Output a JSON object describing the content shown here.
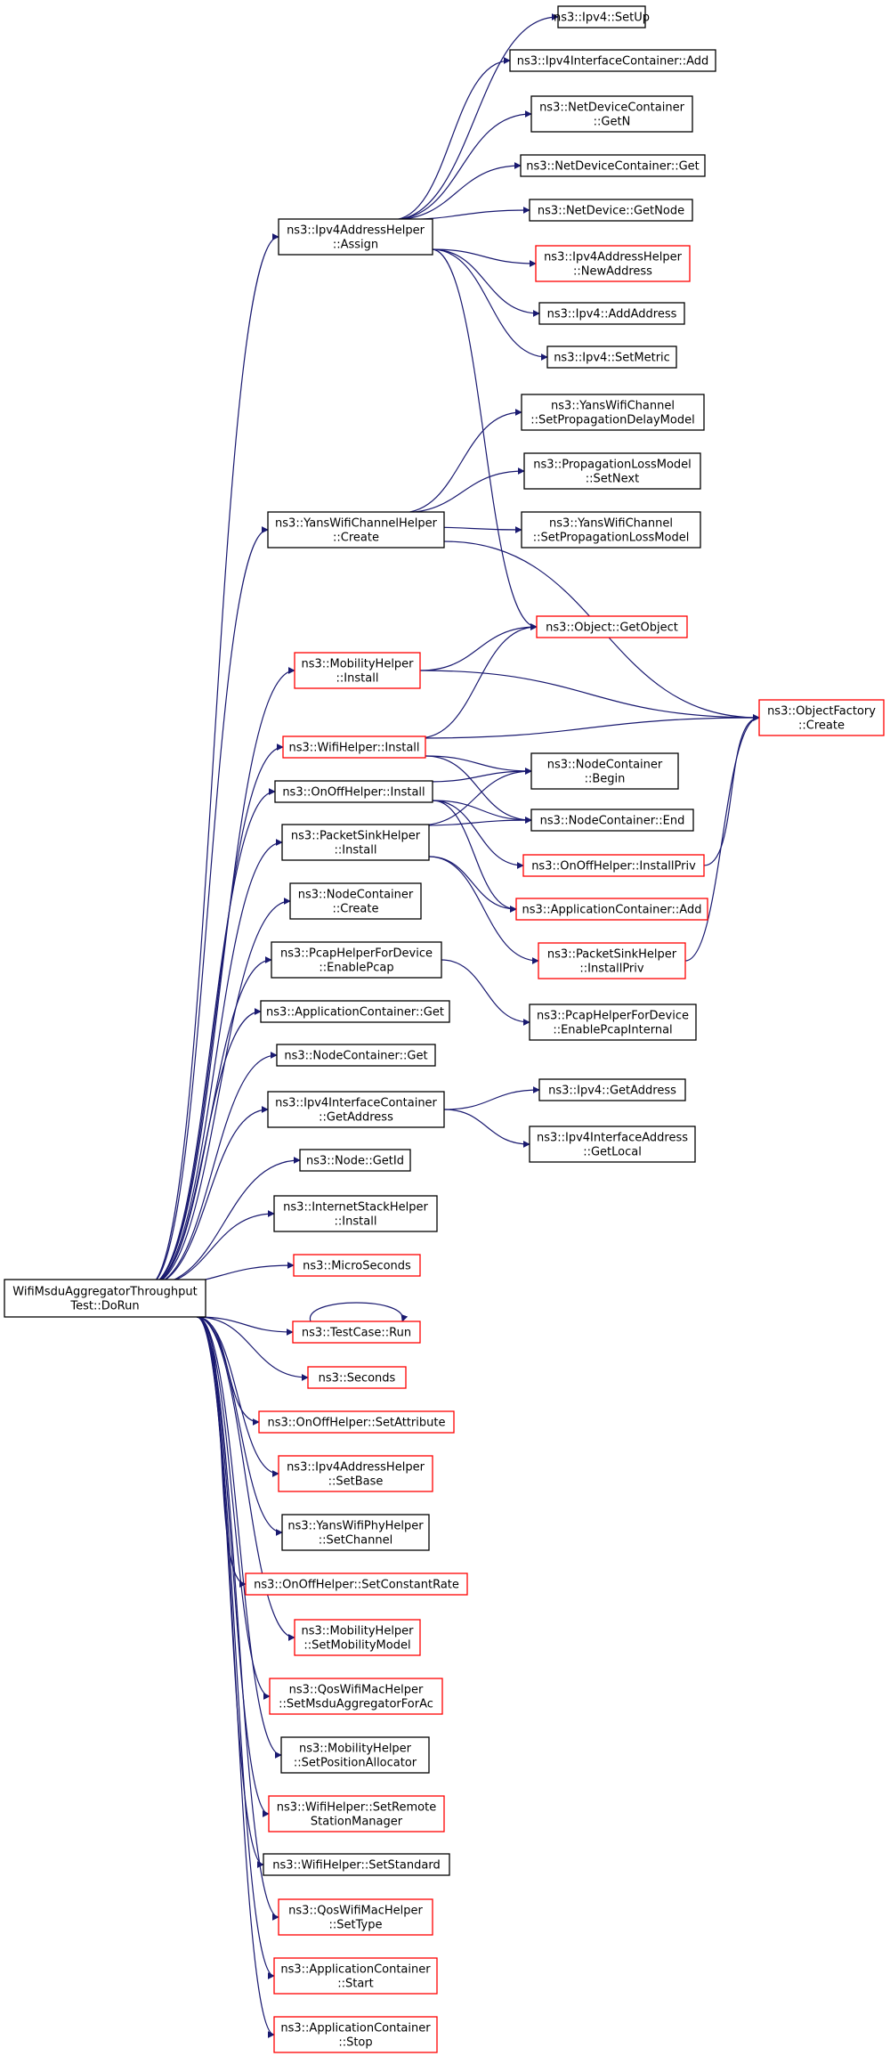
{
  "colors": {
    "edge": "#191970",
    "border_normal": "#000000",
    "border_red": "#ff0000",
    "root_fill": "#bfbfbf"
  },
  "nodes": [
    {
      "id": "root",
      "lines": [
        "WifiMsduAggregatorThroughput",
        "Test::DoRun"
      ],
      "style": "root"
    },
    {
      "id": "ipv4_setup",
      "lines": [
        "ns3::Ipv4::SetUp"
      ],
      "style": "normal"
    },
    {
      "id": "ipv4ic_add",
      "lines": [
        "ns3::Ipv4InterfaceContainer::Add"
      ],
      "style": "normal"
    },
    {
      "id": "ndc_getn",
      "lines": [
        "ns3::NetDeviceContainer",
        "::GetN"
      ],
      "style": "normal"
    },
    {
      "id": "ndc_get",
      "lines": [
        "ns3::NetDeviceContainer::Get"
      ],
      "style": "normal"
    },
    {
      "id": "nd_getnode",
      "lines": [
        "ns3::NetDevice::GetNode"
      ],
      "style": "normal"
    },
    {
      "id": "iah_assign",
      "lines": [
        "ns3::Ipv4AddressHelper",
        "::Assign"
      ],
      "style": "normal"
    },
    {
      "id": "iah_newaddr",
      "lines": [
        "ns3::Ipv4AddressHelper",
        "::NewAddress"
      ],
      "style": "red"
    },
    {
      "id": "ipv4_addaddr",
      "lines": [
        "ns3::Ipv4::AddAddress"
      ],
      "style": "normal"
    },
    {
      "id": "ipv4_setmetric",
      "lines": [
        "ns3::Ipv4::SetMetric"
      ],
      "style": "normal"
    },
    {
      "id": "ywc_setprop",
      "lines": [
        "ns3::YansWifiChannel",
        "::SetPropagationDelayModel"
      ],
      "style": "normal"
    },
    {
      "id": "plm_setnext",
      "lines": [
        "ns3::PropagationLossModel",
        "::SetNext"
      ],
      "style": "normal"
    },
    {
      "id": "ywch_create",
      "lines": [
        "ns3::YansWifiChannelHelper",
        "::Create"
      ],
      "style": "normal"
    },
    {
      "id": "ywc_setloss",
      "lines": [
        "ns3::YansWifiChannel",
        "::SetPropagationLossModel"
      ],
      "style": "normal"
    },
    {
      "id": "obj_getobject",
      "lines": [
        "ns3::Object::GetObject"
      ],
      "style": "red"
    },
    {
      "id": "mh_install",
      "lines": [
        "ns3::MobilityHelper",
        "::Install"
      ],
      "style": "red"
    },
    {
      "id": "of_create",
      "lines": [
        "ns3::ObjectFactory",
        "::Create"
      ],
      "style": "red"
    },
    {
      "id": "wh_install",
      "lines": [
        "ns3::WifiHelper::Install"
      ],
      "style": "red"
    },
    {
      "id": "nc_begin",
      "lines": [
        "ns3::NodeContainer",
        "::Begin"
      ],
      "style": "normal"
    },
    {
      "id": "ooh_install",
      "lines": [
        "ns3::OnOffHelper::Install"
      ],
      "style": "normal"
    },
    {
      "id": "nc_end",
      "lines": [
        "ns3::NodeContainer::End"
      ],
      "style": "normal"
    },
    {
      "id": "psh_install",
      "lines": [
        "ns3::PacketSinkHelper",
        "::Install"
      ],
      "style": "normal"
    },
    {
      "id": "ooh_installpriv",
      "lines": [
        "ns3::OnOffHelper::InstallPriv"
      ],
      "style": "red"
    },
    {
      "id": "ac_add",
      "lines": [
        "ns3::ApplicationContainer::Add"
      ],
      "style": "red"
    },
    {
      "id": "nc_create",
      "lines": [
        "ns3::NodeContainer",
        "::Create"
      ],
      "style": "normal"
    },
    {
      "id": "psh_installpriv",
      "lines": [
        "ns3::PacketSinkHelper",
        "::InstallPriv"
      ],
      "style": "red"
    },
    {
      "id": "phfd_enable",
      "lines": [
        "ns3::PcapHelperForDevice",
        "::EnablePcap"
      ],
      "style": "normal"
    },
    {
      "id": "phfd_internal",
      "lines": [
        "ns3::PcapHelperForDevice",
        "::EnablePcapInternal"
      ],
      "style": "normal"
    },
    {
      "id": "ac_get",
      "lines": [
        "ns3::ApplicationContainer::Get"
      ],
      "style": "normal"
    },
    {
      "id": "nc_get",
      "lines": [
        "ns3::NodeContainer::Get"
      ],
      "style": "normal"
    },
    {
      "id": "ipv4ic_getaddr",
      "lines": [
        "ns3::Ipv4InterfaceContainer",
        "::GetAddress"
      ],
      "style": "normal"
    },
    {
      "id": "ipv4_getaddr",
      "lines": [
        "ns3::Ipv4::GetAddress"
      ],
      "style": "normal"
    },
    {
      "id": "ipv4ia_getlocal",
      "lines": [
        "ns3::Ipv4InterfaceAddress",
        "::GetLocal"
      ],
      "style": "normal"
    },
    {
      "id": "node_getid",
      "lines": [
        "ns3::Node::GetId"
      ],
      "style": "normal"
    },
    {
      "id": "ish_install",
      "lines": [
        "ns3::InternetStackHelper",
        "::Install"
      ],
      "style": "normal"
    },
    {
      "id": "microseconds",
      "lines": [
        "ns3::MicroSeconds"
      ],
      "style": "red"
    },
    {
      "id": "tc_run",
      "lines": [
        "ns3::TestCase::Run"
      ],
      "style": "red"
    },
    {
      "id": "seconds",
      "lines": [
        "ns3::Seconds"
      ],
      "style": "red"
    },
    {
      "id": "ooh_setattr",
      "lines": [
        "ns3::OnOffHelper::SetAttribute"
      ],
      "style": "red"
    },
    {
      "id": "iah_setbase",
      "lines": [
        "ns3::Ipv4AddressHelper",
        "::SetBase"
      ],
      "style": "red"
    },
    {
      "id": "ywph_setchannel",
      "lines": [
        "ns3::YansWifiPhyHelper",
        "::SetChannel"
      ],
      "style": "normal"
    },
    {
      "id": "ooh_setconst",
      "lines": [
        "ns3::OnOffHelper::SetConstantRate"
      ],
      "style": "red"
    },
    {
      "id": "mh_setmobility",
      "lines": [
        "ns3::MobilityHelper",
        "::SetMobilityModel"
      ],
      "style": "red"
    },
    {
      "id": "qwmh_setmsdu",
      "lines": [
        "ns3::QosWifiMacHelper",
        "::SetMsduAggregatorForAc"
      ],
      "style": "red"
    },
    {
      "id": "mh_setpos",
      "lines": [
        "ns3::MobilityHelper",
        "::SetPositionAllocator"
      ],
      "style": "normal"
    },
    {
      "id": "wh_setremote",
      "lines": [
        "ns3::WifiHelper::SetRemote",
        "StationManager"
      ],
      "style": "red"
    },
    {
      "id": "wh_setstandard",
      "lines": [
        "ns3::WifiHelper::SetStandard"
      ],
      "style": "normal"
    },
    {
      "id": "qwmh_settype",
      "lines": [
        "ns3::QosWifiMacHelper",
        "::SetType"
      ],
      "style": "red"
    },
    {
      "id": "ac_start",
      "lines": [
        "ns3::ApplicationContainer",
        "::Start"
      ],
      "style": "red"
    },
    {
      "id": "ac_stop",
      "lines": [
        "ns3::ApplicationContainer",
        "::Stop"
      ],
      "style": "red"
    }
  ],
  "edges": [
    [
      "root",
      "iah_assign"
    ],
    [
      "root",
      "ywch_create"
    ],
    [
      "root",
      "mh_install"
    ],
    [
      "root",
      "wh_install"
    ],
    [
      "root",
      "ooh_install"
    ],
    [
      "root",
      "psh_install"
    ],
    [
      "root",
      "nc_create"
    ],
    [
      "root",
      "phfd_enable"
    ],
    [
      "root",
      "ac_get"
    ],
    [
      "root",
      "nc_get"
    ],
    [
      "root",
      "ipv4ic_getaddr"
    ],
    [
      "root",
      "node_getid"
    ],
    [
      "root",
      "ish_install"
    ],
    [
      "root",
      "microseconds"
    ],
    [
      "root",
      "tc_run"
    ],
    [
      "root",
      "seconds"
    ],
    [
      "root",
      "ooh_setattr"
    ],
    [
      "root",
      "iah_setbase"
    ],
    [
      "root",
      "ywph_setchannel"
    ],
    [
      "root",
      "ooh_setconst"
    ],
    [
      "root",
      "mh_setmobility"
    ],
    [
      "root",
      "qwmh_setmsdu"
    ],
    [
      "root",
      "mh_setpos"
    ],
    [
      "root",
      "wh_setremote"
    ],
    [
      "root",
      "wh_setstandard"
    ],
    [
      "root",
      "qwmh_settype"
    ],
    [
      "root",
      "ac_start"
    ],
    [
      "root",
      "ac_stop"
    ],
    [
      "iah_assign",
      "ipv4_setup"
    ],
    [
      "iah_assign",
      "ipv4ic_add"
    ],
    [
      "iah_assign",
      "ndc_getn"
    ],
    [
      "iah_assign",
      "ndc_get"
    ],
    [
      "iah_assign",
      "nd_getnode"
    ],
    [
      "iah_assign",
      "iah_newaddr"
    ],
    [
      "iah_assign",
      "ipv4_addaddr"
    ],
    [
      "iah_assign",
      "ipv4_setmetric"
    ],
    [
      "iah_assign",
      "obj_getobject"
    ],
    [
      "ywch_create",
      "ywc_setprop"
    ],
    [
      "ywch_create",
      "plm_setnext"
    ],
    [
      "ywch_create",
      "ywc_setloss"
    ],
    [
      "ywch_create",
      "of_create"
    ],
    [
      "mh_install",
      "obj_getobject"
    ],
    [
      "mh_install",
      "of_create"
    ],
    [
      "wh_install",
      "obj_getobject"
    ],
    [
      "wh_install",
      "of_create"
    ],
    [
      "wh_install",
      "nc_begin"
    ],
    [
      "wh_install",
      "nc_end"
    ],
    [
      "ooh_install",
      "nc_begin"
    ],
    [
      "ooh_install",
      "nc_end"
    ],
    [
      "ooh_install",
      "ooh_installpriv"
    ],
    [
      "ooh_install",
      "ac_add"
    ],
    [
      "psh_install",
      "nc_begin"
    ],
    [
      "psh_install",
      "nc_end"
    ],
    [
      "psh_install",
      "ac_add"
    ],
    [
      "psh_install",
      "psh_installpriv"
    ],
    [
      "ooh_installpriv",
      "of_create"
    ],
    [
      "psh_installpriv",
      "of_create"
    ],
    [
      "phfd_enable",
      "phfd_internal"
    ],
    [
      "ipv4ic_getaddr",
      "ipv4_getaddr"
    ],
    [
      "ipv4ic_getaddr",
      "ipv4ia_getlocal"
    ],
    [
      "tc_run",
      "tc_run"
    ]
  ]
}
